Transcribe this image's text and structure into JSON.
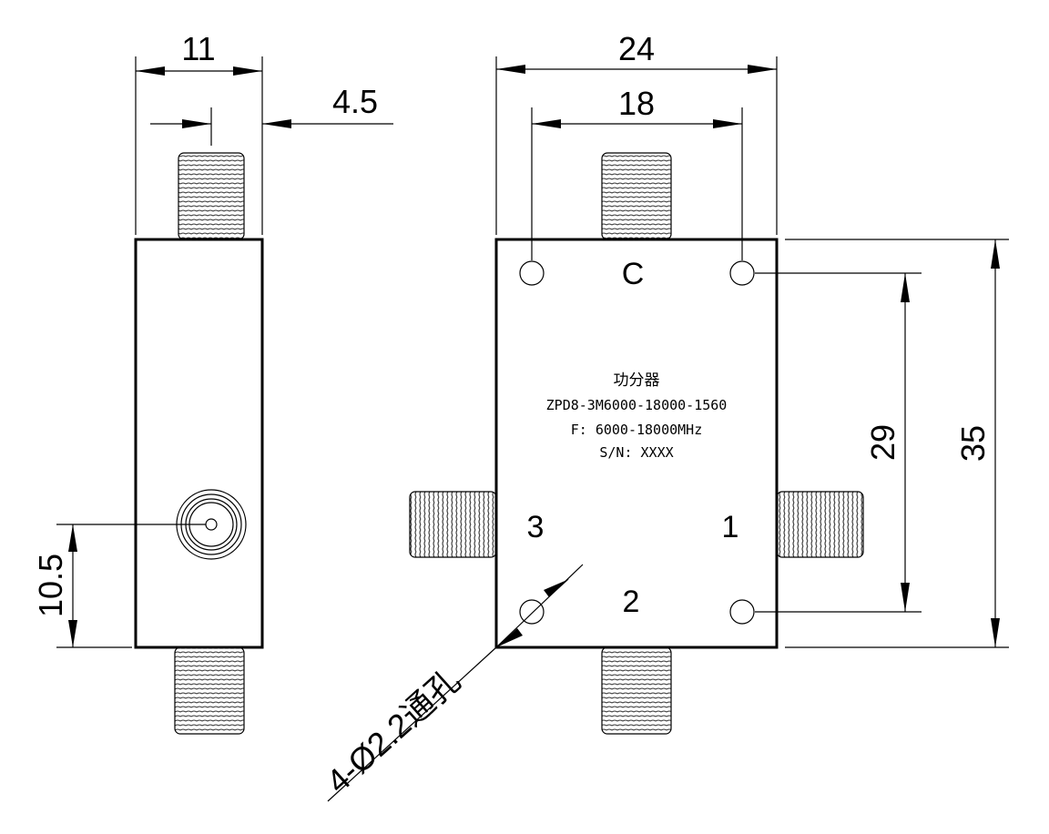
{
  "dimensions": {
    "side_width": "11",
    "side_offset": "4.5",
    "side_height": "10.5",
    "front_width": "24",
    "hole_spacing_h": "18",
    "hole_spacing_v": "29",
    "front_height": "35",
    "hole_callout": "4-Ø2.2通孔"
  },
  "ports": {
    "c": "C",
    "p1": "1",
    "p2": "2",
    "p3": "3"
  },
  "label": {
    "name": "功分器",
    "model": "ZPD8-3M6000-18000-1560",
    "freq": "F: 6000-18000MHz",
    "sn": "S/N: XXXX"
  },
  "colors": {
    "ink": "#000000",
    "background": "#ffffff"
  }
}
